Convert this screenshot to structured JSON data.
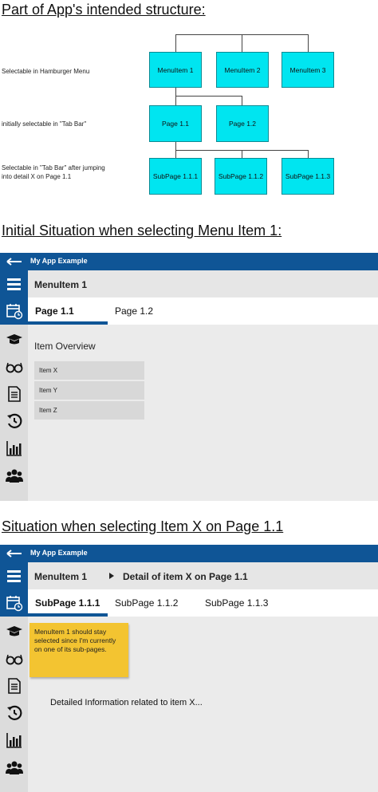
{
  "diagram": {
    "heading": "Part of App's intended structure:",
    "row_labels": [
      "Selectable in Hamburger Menu",
      "initially selectable in \"Tab Bar\"",
      "Selectable in \"Tab Bar\" after jumping into detail X on Page 1.1"
    ],
    "level1": [
      "MenuItem 1",
      "MenuItem 2",
      "MenuItem 3"
    ],
    "level2": [
      "Page 1.1",
      "Page 1.2"
    ],
    "level3": [
      "SubPage 1.1.1",
      "SubPage 1.1.2",
      "SubPage 1.1.3"
    ],
    "box_color": "#00e5f0"
  },
  "section1": {
    "heading": "Initial Situation when selecting Menu Item 1:",
    "app_title": "My App Example",
    "menu_title": "MenuItem 1",
    "tabs": [
      "Page 1.1",
      "Page 1.2"
    ],
    "selected_tab": "Page 1.1",
    "content_title": "Item Overview",
    "items": [
      "Item X",
      "Item Y",
      "Item Z"
    ]
  },
  "section2": {
    "heading": "Situation when selecting Item X on Page 1.1",
    "app_title": "My App Example",
    "breadcrumb": [
      "MenuItem 1",
      "Detail of item X on Page 1.1"
    ],
    "tabs": [
      "SubPage 1.1.1",
      "SubPage 1.1.2",
      "SubPage 1.1.3"
    ],
    "selected_tab": "SubPage 1.1.1",
    "note": "MenuItem 1 should stay selected since I'm currently on one of its sub-pages.",
    "detail_text": "Detailed Information related to item X..."
  },
  "sidebar_icons": [
    "calendar-icon",
    "graduation-cap-icon",
    "glasses-icon",
    "document-icon",
    "history-icon",
    "bar-chart-icon",
    "users-icon"
  ],
  "colors": {
    "primary": "#0f5596",
    "note": "#f3c431",
    "content_bg": "#ebebeb"
  }
}
